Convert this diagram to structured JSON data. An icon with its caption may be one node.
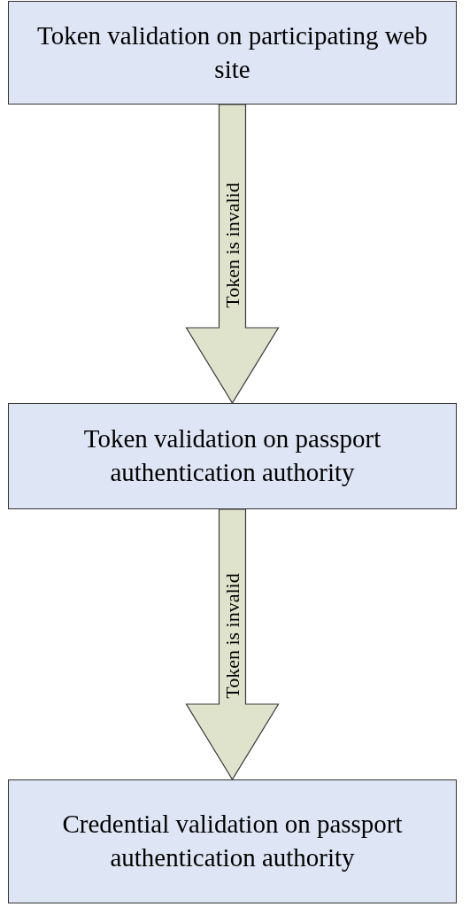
{
  "diagram": {
    "nodes": [
      {
        "text": [
          "Token validation on participating web site"
        ]
      },
      {
        "text": [
          "Token validation on passport authentication authority"
        ]
      },
      {
        "text": [
          "Credential validation on passport authentication authority"
        ]
      }
    ],
    "edges": [
      {
        "from": 0,
        "to": 1,
        "arrow": "to",
        "label": "Token is invalid",
        "style": "thick"
      },
      {
        "from": 1,
        "to": 2,
        "arrow": "to",
        "label": "Token is invalid",
        "style": "thick"
      }
    ]
  }
}
